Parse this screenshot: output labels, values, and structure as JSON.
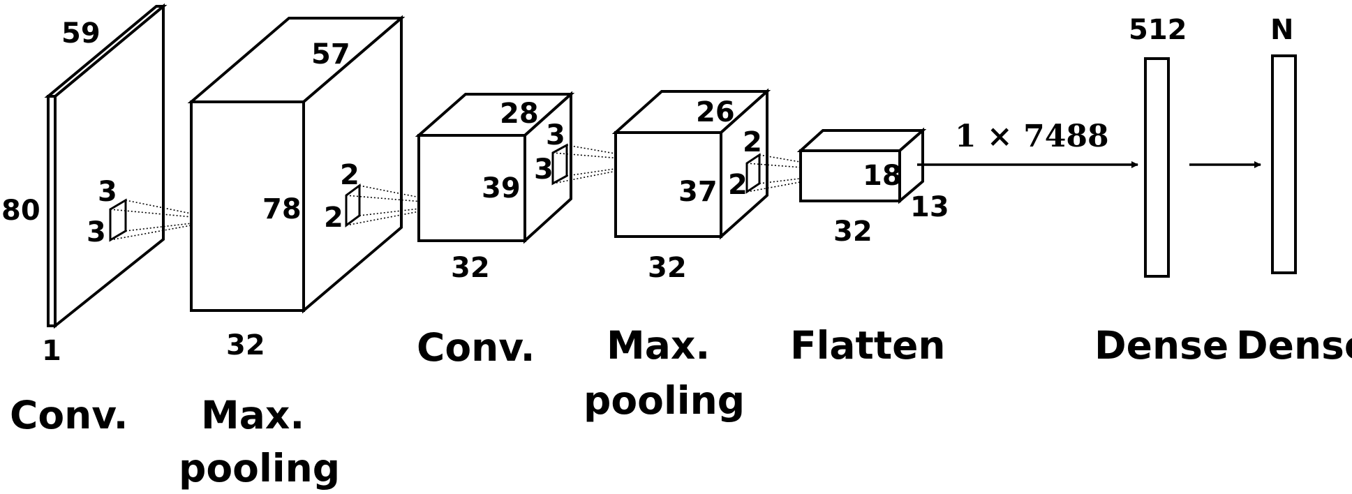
{
  "diagram": {
    "layer1": {
      "depth": "59",
      "height": "80",
      "width": "1",
      "kernel_h": "3",
      "kernel_w": "3",
      "name": "Conv."
    },
    "layer2": {
      "depth": "57",
      "height": "78",
      "width": "32",
      "kernel_h": "2",
      "kernel_w": "2",
      "name_line1": "Max.",
      "name_line2": "pooling"
    },
    "layer3": {
      "depth": "28",
      "height": "39",
      "width": "32",
      "kernel_h": "3",
      "kernel_w": "3",
      "name": "Conv."
    },
    "layer4": {
      "depth": "26",
      "height": "37",
      "width": "32",
      "kernel_h": "2",
      "kernel_w": "2",
      "name_line1": "Max.",
      "name_line2": "pooling"
    },
    "layer5": {
      "depth": "13",
      "height": "18",
      "width": "32",
      "name": "Flatten"
    },
    "flatten_size": "1 × 7488",
    "dense1": {
      "units": "512",
      "name": "Dense"
    },
    "dense2": {
      "units": "N",
      "name": "Dense"
    }
  }
}
